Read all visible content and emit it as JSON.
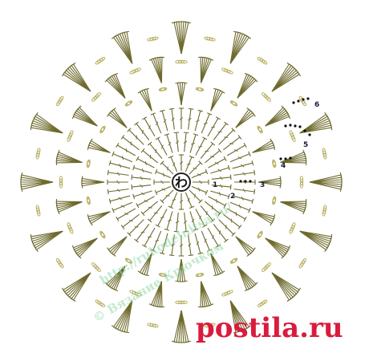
{
  "diagram": {
    "center_symbol": "わ",
    "round_numbers": [
      "1",
      "2",
      "3",
      "4",
      "5",
      "6"
    ]
  },
  "watermark": {
    "url_text": "http://rukodelnitsa.ru/",
    "copyright_text": "© Вязание Крючком",
    "logo_text": "postila.ru"
  },
  "colors": {
    "stitch": "#6e6a2c",
    "chain": "#b8b060",
    "ink": "#1a1a3a",
    "watermark_green": "#8fd8a6",
    "logo_red": "#d91c3e"
  }
}
